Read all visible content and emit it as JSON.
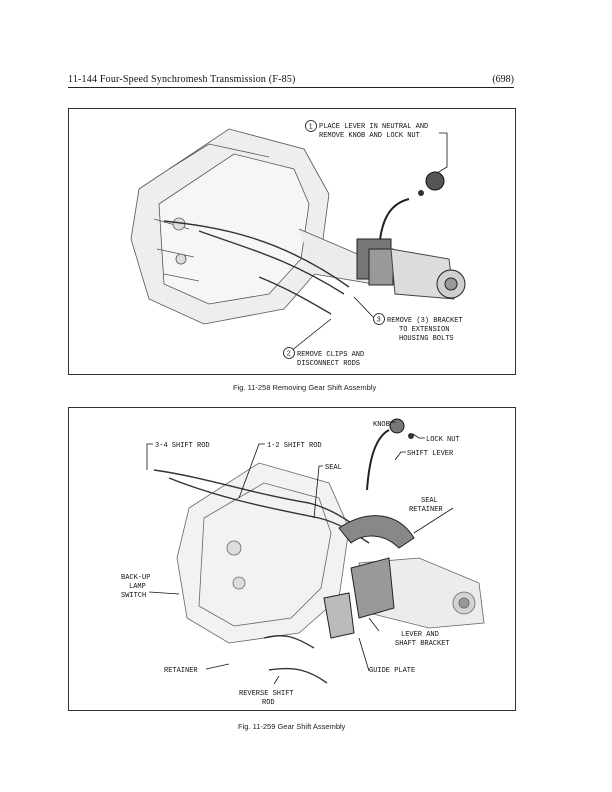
{
  "header": {
    "title": "11-144  Four-Speed Synchromesh Transmission (F-85)",
    "page_ref": "(698)"
  },
  "figure1": {
    "callouts": [
      {
        "num": "1",
        "line1": "PLACE LEVER IN NEUTRAL AND",
        "line2": "REMOVE  KNOB AND  LOCK NUT"
      },
      {
        "num": "3",
        "line1": "REMOVE (3) BRACKET",
        "line2": "TO EXTENSION",
        "line3": "HOUSING BOLTS"
      },
      {
        "num": "2",
        "line1": "REMOVE CLIPS AND",
        "line2": "DISCONNECT  RODS"
      }
    ],
    "caption": "Fig. 11-258   Removing Gear Shift Assembly"
  },
  "figure2": {
    "labels": {
      "knob": "KNOB",
      "lock_nut": "LOCK NUT",
      "shift_rod_34": "3-4  SHIFT ROD",
      "shift_rod_12": "1-2  SHIFT ROD",
      "seal": "SEAL",
      "shift_lever": "SHIFT LEVER",
      "seal_retainer_1": "SEAL",
      "seal_retainer_2": "RETAINER",
      "backup_1": "BACK-UP",
      "backup_2": "LAMP",
      "backup_3": "SWITCH",
      "lever_bracket_1": "LEVER AND",
      "lever_bracket_2": "SHAFT BRACKET",
      "retainer": "RETAINER",
      "guide_plate": "GUIDE PLATE",
      "reverse_1": "REVERSE SHIFT",
      "reverse_2": "ROD"
    },
    "caption": "Fig. 11-259   Gear Shift Assembly"
  }
}
